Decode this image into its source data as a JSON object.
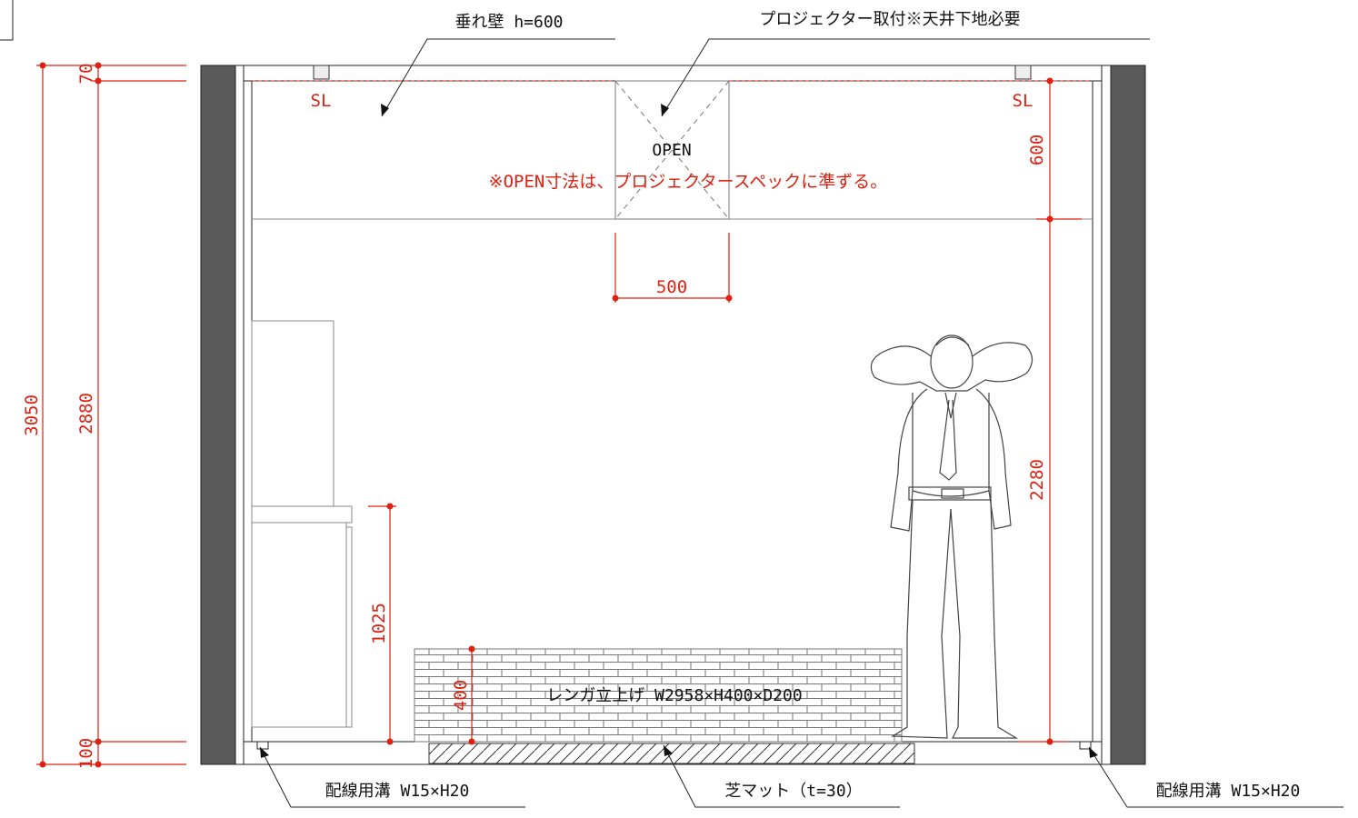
{
  "labels": {
    "hanging_wall": "垂れ壁 h=600",
    "projector": "プロジェクター取付※天井下地必要",
    "sl_left": "SL",
    "sl_right": "SL",
    "open": "OPEN",
    "open_note": "※OPEN寸法は、プロジェクタースペックに準ずる。",
    "brick": "レンガ立上げ W2958×H400×D200",
    "wiring_left": "配線用溝 W15×H20",
    "turf": "芝マット（t=30）",
    "wiring_right": "配線用溝 W15×H20"
  },
  "dimensions": {
    "total_height": "3050",
    "ceiling_zone": "70",
    "room_height": "2880",
    "floor_zone": "100",
    "open_width": "500",
    "hanging_wall_height": "600",
    "clear_height": "2280",
    "counter_height": "1025",
    "brick_height": "400"
  },
  "colors": {
    "dimension": "#e02010",
    "wall_fill": "#5a5a5a",
    "line": "#222222"
  }
}
